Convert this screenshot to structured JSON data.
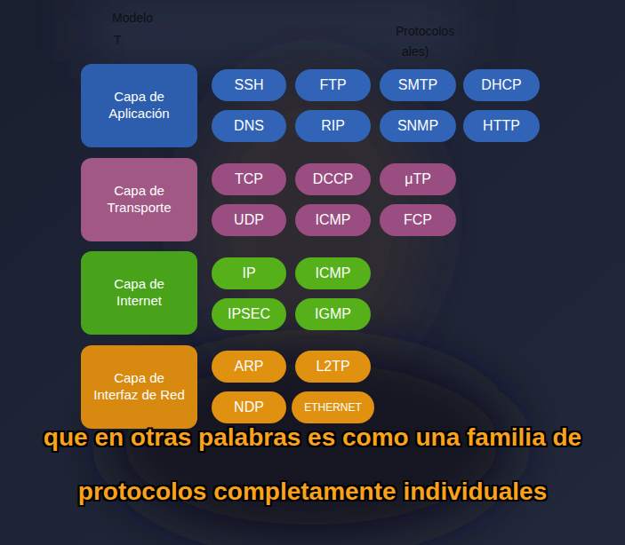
{
  "diagram": {
    "caption": "que en otras palabras es como una familia de protocolos completamente individuales",
    "nodes": [
      {
        "text": [
          "Capa de Aplicación"
        ]
      },
      {
        "text": [
          "SSH"
        ]
      },
      {
        "text": [
          "FTP"
        ]
      },
      {
        "text": [
          "SMTP"
        ]
      },
      {
        "text": [
          "DHCP"
        ]
      },
      {
        "text": [
          "DNS"
        ]
      },
      {
        "text": [
          "RIP"
        ]
      },
      {
        "text": [
          "SNMP"
        ]
      },
      {
        "text": [
          "HTTP"
        ]
      },
      {
        "text": [
          "Capa de Transporte"
        ]
      },
      {
        "text": [
          "TCP"
        ]
      },
      {
        "text": [
          "DCCP"
        ]
      },
      {
        "text": [
          "μTP"
        ]
      },
      {
        "text": [
          "UDP"
        ]
      },
      {
        "text": [
          "ICMP"
        ]
      },
      {
        "text": [
          "FCP"
        ]
      },
      {
        "text": [
          "Capa de Internet"
        ]
      },
      {
        "text": [
          "IP"
        ]
      },
      {
        "text": [
          "ICMP"
        ]
      },
      {
        "text": [
          "IPSEC"
        ]
      },
      {
        "text": [
          "IGMP"
        ]
      },
      {
        "text": [
          "Capa de Interfaz de Red"
        ]
      },
      {
        "text": [
          "ARP"
        ]
      },
      {
        "text": [
          "L2TP"
        ]
      },
      {
        "text": [
          "NDP"
        ]
      },
      {
        "text": [
          "ETHERNET"
        ]
      }
    ],
    "labels": [
      "Modelo",
      "T",
      "Protocolos",
      "ales)"
    ]
  }
}
